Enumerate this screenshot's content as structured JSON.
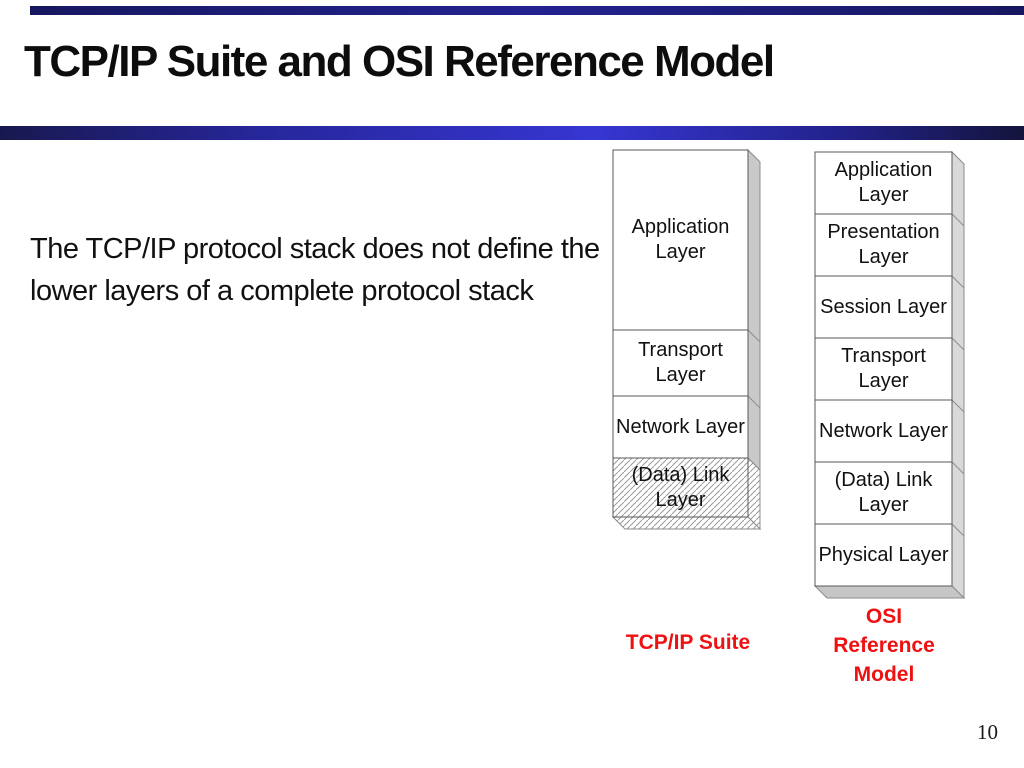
{
  "slide": {
    "title": "TCP/IP Suite and OSI Reference Model",
    "body_text": "The TCP/IP protocol stack does not define the lower layers of a complete protocol stack",
    "page_number": "10"
  },
  "tcpip_stack": {
    "caption": "TCP/IP Suite",
    "layers": [
      {
        "label": "Application Layer",
        "style": "plain"
      },
      {
        "label": "Transport Layer",
        "style": "plain"
      },
      {
        "label": "Network Layer",
        "style": "plain"
      },
      {
        "label": "(Data) Link Layer",
        "style": "hatched"
      }
    ]
  },
  "osi_stack": {
    "caption": "OSI Reference Model",
    "layers": [
      {
        "label": "Application Layer"
      },
      {
        "label": "Presentation Layer"
      },
      {
        "label": "Session Layer"
      },
      {
        "label": "Transport Layer"
      },
      {
        "label": "Network Layer"
      },
      {
        "label": "(Data) Link Layer"
      },
      {
        "label": "Physical Layer"
      }
    ]
  },
  "colors": {
    "accent_bar_navy": "#1b1b66",
    "divider_blue": "#3434d0",
    "caption_red": "#ee1111",
    "stack_side_gray": "#c9c9c9"
  }
}
